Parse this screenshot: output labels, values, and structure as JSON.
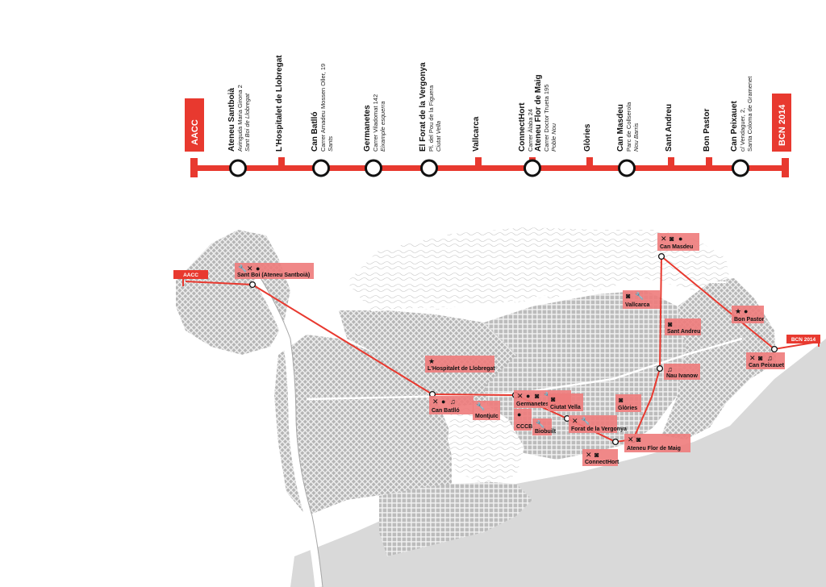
{
  "colors": {
    "accent": "#e8392f",
    "label_box": "#ee7b7b",
    "city": "#bdbdbd",
    "sea": "#d9d9d9",
    "text": "#111111"
  },
  "route": {
    "start": "AACC",
    "end": "BCN 2014",
    "stations": [
      {
        "name": "Ateneu Santboià",
        "lines": [
          "Avinguda Maria Girona 2"
        ],
        "italic": [
          "Sant Boi de Llobregat"
        ],
        "type": "circle"
      },
      {
        "name": "L'Hospitalet de Llobregat",
        "lines": [],
        "italic": [],
        "type": "tick"
      },
      {
        "name": "Can Batlló",
        "lines": [
          "Carrer Amadeu Mossen Oller, 19"
        ],
        "italic": [
          "Sants"
        ],
        "type": "circle"
      },
      {
        "name": "Germanetes",
        "lines": [
          "Carrer Viladomat 142"
        ],
        "italic": [
          "Eixample esquerra"
        ],
        "type": "circle"
      },
      {
        "name": "El Forat de la Vergonya",
        "lines": [
          "Pl. del Pou de la Figuera"
        ],
        "italic": [
          "Ciutat Vella"
        ],
        "type": "circle"
      },
      {
        "name": "Vallcarca",
        "lines": [],
        "italic": [],
        "type": "tick"
      },
      {
        "name": "ConnectHort",
        "lines": [
          "Carrer Àlaba 24"
        ],
        "italic": [],
        "type": "tick"
      },
      {
        "name": "Ateneu Flor de Maig",
        "lines": [
          "Carrer Doctor Trueta 195"
        ],
        "italic": [
          "Poble Nou"
        ],
        "type": "circle"
      },
      {
        "name": "Glòries",
        "lines": [],
        "italic": [],
        "type": "tick"
      },
      {
        "name": "Can Masdeu",
        "lines": [
          "Parc de Collserola"
        ],
        "italic": [
          "Nou Barris"
        ],
        "type": "circle"
      },
      {
        "name": "Sant Andreu",
        "lines": [],
        "italic": [],
        "type": "tick"
      },
      {
        "name": "Bon Pastor",
        "lines": [],
        "italic": [],
        "type": "tick"
      },
      {
        "name": "Can Peixauet",
        "lines": [
          "c/ Vendaguer, 2,",
          "Santa Coloma de Gramenet"
        ],
        "italic": [],
        "type": "circle"
      }
    ]
  },
  "map": {
    "start_label": "AACC",
    "end_label": "BCN 2014",
    "points": [
      {
        "name": "Sant Boi (Ateneu Santboià)",
        "icons": [
          "wrench-icon",
          "tools-icon",
          "chat-icon"
        ]
      },
      {
        "name": "L'Hospitalet de Llobregat",
        "icons": [
          "star-icon"
        ]
      },
      {
        "name": "Germanetes",
        "icons": [
          "tools-icon",
          "chat-icon",
          "camera-icon",
          "wrench-icon"
        ]
      },
      {
        "name": "Can Batlló",
        "icons": [
          "tools-icon",
          "chat-icon",
          "music-icon"
        ]
      },
      {
        "name": "Montjuïc",
        "icons": [
          "wrench-icon"
        ]
      },
      {
        "name": "CCCB",
        "icons": [
          "mic-icon"
        ]
      },
      {
        "name": "Biobuilt",
        "icons": [
          "wrench-icon"
        ]
      },
      {
        "name": "Ciutat Vella",
        "icons": [
          "camera-icon"
        ]
      },
      {
        "name": "Forat de la Vergonya",
        "icons": [
          "tools-icon",
          "wrench-icon"
        ]
      },
      {
        "name": "Glòries",
        "icons": [
          "camera-icon"
        ]
      },
      {
        "name": "Ateneu Flor de Maig",
        "icons": [
          "tools-icon",
          "camera-icon"
        ]
      },
      {
        "name": "ConnectHort",
        "icons": [
          "tools-icon",
          "camera-icon"
        ]
      },
      {
        "name": "Nau Ivanow",
        "icons": [
          "music-icon"
        ]
      },
      {
        "name": "Sant Andreu",
        "icons": [
          "camera-icon"
        ]
      },
      {
        "name": "Vallcarca",
        "icons": [
          "camera-icon",
          "wrench-icon"
        ]
      },
      {
        "name": "Can Masdeu",
        "icons": [
          "tools-icon",
          "camera-icon",
          "chat-icon"
        ]
      },
      {
        "name": "Bon Pastor",
        "icons": [
          "star-icon",
          "chat-icon"
        ]
      },
      {
        "name": "Can Peixauet",
        "icons": [
          "tools-icon",
          "camera-icon",
          "music-icon"
        ]
      }
    ]
  }
}
